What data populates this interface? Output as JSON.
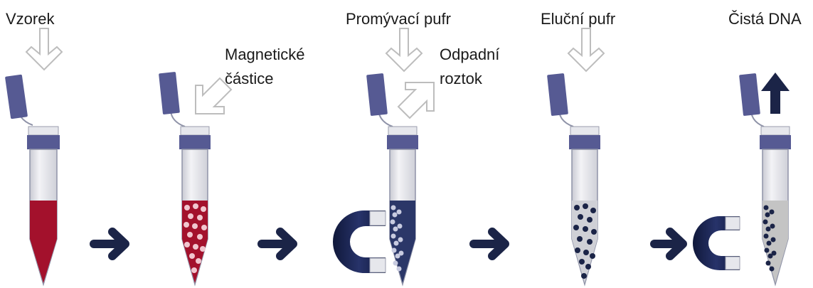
{
  "labels": {
    "sample": "Vzorek",
    "magnetic_particles_line1": "Magnetické",
    "magnetic_particles_line2": "částice",
    "wash_buffer": "Promývací pufr",
    "waste_line1": "Odpadní",
    "waste_line2": "roztok",
    "elution_buffer": "Eluční pufr",
    "pure_dna": "Čistá DNA"
  },
  "colors": {
    "cap": "#565a93",
    "cap_dark": "#3c3f73",
    "sample_red": "#a3112c",
    "particle_light": "#f1c6cf",
    "blue_liquid": "#2b3768",
    "magnet": "#1c2550",
    "arrow": "#1b2447",
    "particle_dark": "#1b2447",
    "grey_liquid": "#c4c4c4",
    "tube_glass": "#e8e9ee"
  },
  "icons": [
    "down-arrow-outline-icon",
    "diagonal-arrow-outline-icon",
    "up-arrow-solid-icon",
    "process-arrow-icon",
    "horseshoe-magnet-icon",
    "tube-icon"
  ]
}
